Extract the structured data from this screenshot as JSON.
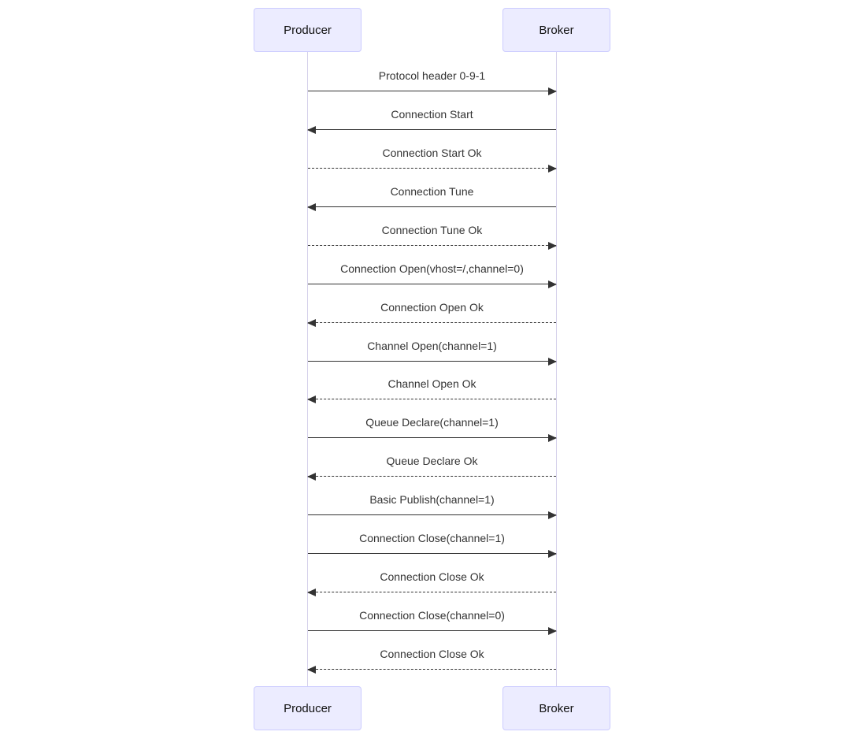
{
  "diagram": {
    "type": "sequence-diagram",
    "actors": [
      {
        "name": "Producer"
      },
      {
        "name": "Broker"
      }
    ],
    "messages": [
      {
        "label": "Protocol header 0-9-1",
        "from": "Producer",
        "to": "Broker",
        "line": "solid"
      },
      {
        "label": "Connection Start",
        "from": "Broker",
        "to": "Producer",
        "line": "solid"
      },
      {
        "label": "Connection Start Ok",
        "from": "Producer",
        "to": "Broker",
        "line": "dashed"
      },
      {
        "label": "Connection Tune",
        "from": "Broker",
        "to": "Producer",
        "line": "solid"
      },
      {
        "label": "Connection Tune Ok",
        "from": "Producer",
        "to": "Broker",
        "line": "dashed"
      },
      {
        "label": "Connection Open(vhost=/,channel=0)",
        "from": "Producer",
        "to": "Broker",
        "line": "solid"
      },
      {
        "label": "Connection Open Ok",
        "from": "Broker",
        "to": "Producer",
        "line": "dashed"
      },
      {
        "label": "Channel Open(channel=1)",
        "from": "Producer",
        "to": "Broker",
        "line": "solid"
      },
      {
        "label": "Channel Open Ok",
        "from": "Broker",
        "to": "Producer",
        "line": "dashed"
      },
      {
        "label": "Queue Declare(channel=1)",
        "from": "Producer",
        "to": "Broker",
        "line": "solid"
      },
      {
        "label": "Queue Declare Ok",
        "from": "Broker",
        "to": "Producer",
        "line": "dashed"
      },
      {
        "label": "Basic Publish(channel=1)",
        "from": "Producer",
        "to": "Broker",
        "line": "solid"
      },
      {
        "label": "Connection Close(channel=1)",
        "from": "Producer",
        "to": "Broker",
        "line": "solid"
      },
      {
        "label": "Connection Close Ok",
        "from": "Broker",
        "to": "Producer",
        "line": "dashed"
      },
      {
        "label": "Connection Close(channel=0)",
        "from": "Producer",
        "to": "Broker",
        "line": "solid"
      },
      {
        "label": "Connection Close Ok",
        "from": "Broker",
        "to": "Producer",
        "line": "dashed"
      }
    ],
    "colors": {
      "actor_fill": "#ECECFF",
      "actor_border": "#CCCCFF",
      "lifeline": "#D5D0EA",
      "arrow": "#333333",
      "text": "#333333",
      "background": "#FFFFFF"
    }
  }
}
